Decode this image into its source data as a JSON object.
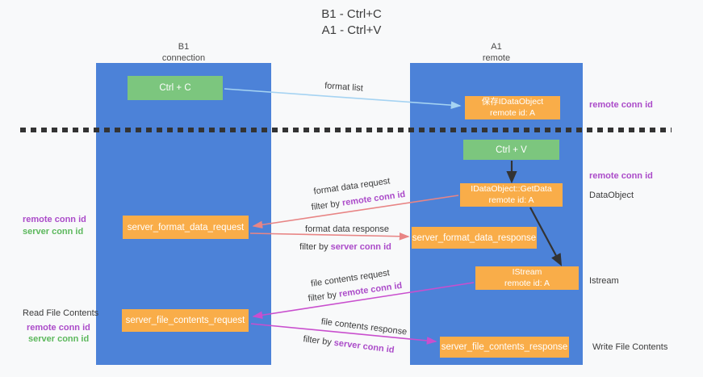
{
  "title": {
    "line1": "B1 - Ctrl+C",
    "line2": "A1 - Ctrl+V"
  },
  "lanes": {
    "left": {
      "name": "B1",
      "role": "connection"
    },
    "right": {
      "name": "A1",
      "role": "remote"
    }
  },
  "boxes": {
    "ctrl_c": {
      "label": "Ctrl + C"
    },
    "ctrl_v": {
      "label": "Ctrl + V"
    },
    "save_idataobject": {
      "line1": "保存IDataObject",
      "line2": "remote id: A"
    },
    "getdata": {
      "line1": "IDataObject::GetData",
      "line2": "remote id: A"
    },
    "istream": {
      "line1": "IStream",
      "line2": "remote id: A"
    },
    "server_format_data_request": {
      "label": "server_format_data_request"
    },
    "server_format_data_response": {
      "label": "server_format_data_response"
    },
    "server_file_contents_request": {
      "label": "server_file_contents_request"
    },
    "server_file_contents_response": {
      "label": "server_file_contents_response"
    }
  },
  "arrow_labels": {
    "format_list": "format list",
    "format_data_request": "format data request",
    "format_data_response": "format data response",
    "file_contents_request": "file contents request",
    "file_contents_response": "file contents response",
    "filter_by": "filter by",
    "remote_conn_id": "remote conn id",
    "server_conn_id": "server conn id"
  },
  "annotations": {
    "right_remote_conn_id_top": "remote conn id",
    "right_remote_conn_id_mid": "remote conn id",
    "dataobject": "DataObject",
    "istream": "Istream",
    "write_file_contents": "Write File Contents",
    "left_remote_conn_id": "remote conn id",
    "left_server_conn_id": "server conn id",
    "read_file_contents": "Read File Contents",
    "read_remote_conn_id": "remote conn id",
    "read_server_conn_id": "server conn id"
  },
  "colors": {
    "lane_blue": "#4c82d8",
    "box_orange": "#f9ad49",
    "box_green": "#7cc67e",
    "arrow_blue": "#a5d3f2",
    "arrow_red": "#e88585",
    "arrow_magenta": "#c94fce",
    "arrow_black": "#333333",
    "text_purple": "#ab4bc9",
    "text_green": "#5cb85c",
    "background": "#f8f9fa"
  }
}
